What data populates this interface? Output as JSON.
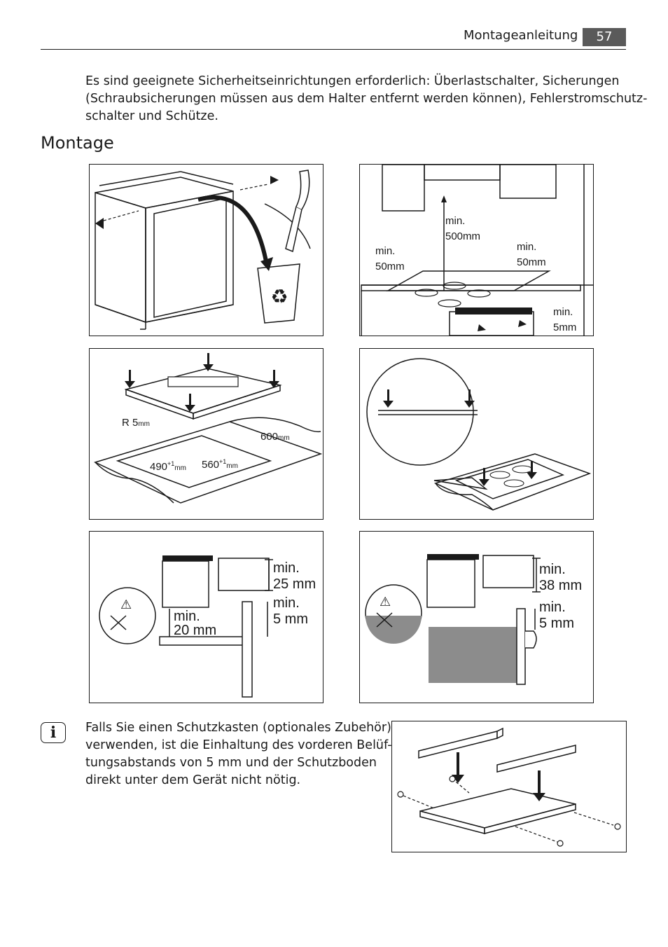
{
  "header": {
    "title": "Montageanleitung",
    "page_number": "57"
  },
  "intro": {
    "lines": [
      "Es sind geeignete Sicherheitseinrichtungen erforderlich: Überlastschalter, Sicherungen",
      "(Schraubsicherungen müssen aus dem Halter entfernt werden können), Fehlerstromschutz-",
      "schalter und Schütze."
    ]
  },
  "section": {
    "heading": "Montage"
  },
  "figures": {
    "clearance": {
      "top": "min.",
      "top_value": "500mm",
      "left": "min.",
      "left_value": "50mm",
      "right": "min.",
      "right_value": "50mm",
      "front": "min.",
      "front_value": "5mm"
    },
    "cutout": {
      "radius": "R 5",
      "radius_unit": "mm",
      "depth": "490",
      "depth_tol": "+1",
      "depth_unit": "mm",
      "width": "560",
      "width_tol": "+1",
      "width_unit": "mm",
      "worktop": "600",
      "worktop_unit": "mm"
    },
    "drawer_case": {
      "top_label": "min.",
      "top_value": "25 mm",
      "side_label": "min.",
      "side_value": "5 mm",
      "bottom_label": "min.",
      "bottom_value": "20 mm"
    },
    "oven_case": {
      "top_label": "min.",
      "top_value": "38 mm",
      "side_label": "min.",
      "side_value": "5 mm"
    }
  },
  "info": {
    "icon": "info-icon",
    "lines": [
      "Falls Sie einen Schutzkasten (optionales Zubehör)",
      "verwenden, ist die Einhaltung des vorderen Belüf-",
      "tungsabstands von 5 mm und der Schutzboden",
      "direkt unter dem Gerät nicht nötig."
    ]
  }
}
